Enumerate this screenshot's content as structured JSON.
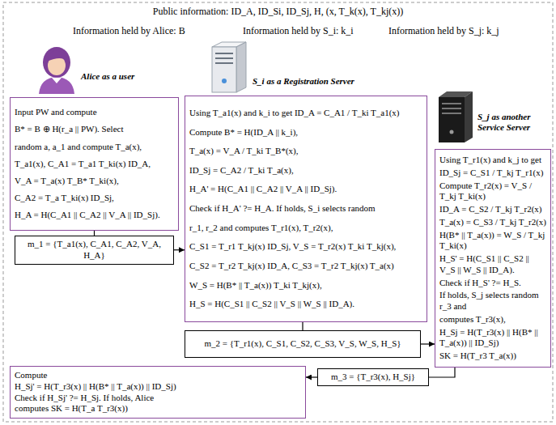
{
  "diagram": {
    "nodes": [
      {
        "text": [
          "Input PW and compute",
          "B* = B ⊕ H(r_a || PW). Select",
          "random a, a_1 and compute T_a(x),",
          "T_a1(x), C_A1 = T_a1 T_ki(x) ID_A,",
          "V_A = T_a(x) T_B* T_ki(x),",
          "C_A2 = T_a T_ki(x) ID_Sj,",
          "H_A = H(C_A1 || C_A2 || V_A || ID_Sj)."
        ]
      },
      {
        "text": [
          "m_1 = {T_a1(x), C_A1, C_A2, V_A, H_A}"
        ]
      },
      {
        "text": [
          "Using T_a1(x) and k_i to get ID_A = C_A1 / T_ki T_a1(x)",
          "Compute B* = H(ID_A || k_i),",
          "T_a(x) = V_A / T_ki T_B*(x),",
          "ID_Sj = C_A2 / T_ki T_a(x),",
          "H_A' = H(C_A1 || C_A2 || V_A || ID_Sj).",
          "Check if H_A' ?= H_A. If holds, S_i selects random",
          "r_1, r_2 and computes T_r1(x), T_r2(x),",
          "C_S1 = T_r1 T_kj(x) ID_Sj, V_S = T_r2(x) T_ki T_kj(x),",
          "C_S2 = T_r2 T_kj(x) ID_A, C_S3 = T_r2 T_kj(x) T_a(x)",
          "W_S = H(B* || T_a(x)) T_ki T_kj(x),",
          "H_S = H(C_S1 || C_S2 || V_S || W_S || ID_A)."
        ]
      },
      {
        "text": [
          "m_2 = {T_r1(x), C_S1, C_S2, C_S3, V_S, W_S, H_S}"
        ]
      },
      {
        "text": [
          "Using T_r1(x) and k_j to get",
          "ID_Sj = C_S1 / T_kj T_r1(x)",
          "Compute T_r2(x) = V_S / T_kj T_ki(x)",
          "ID_A = C_S2 / T_kj T_r2(x)",
          "T_a(x) = C_S3 / T_kj T_r2(x)",
          "H(B* || T_a(x)) = W_S / T_kj T_ki(x)",
          "H_S' = H(C_S1 || C_S2 || V_S || W_S || ID_A).",
          "Check if H_S' ?= H_S.",
          "If holds, S_j selects random r_3 and",
          "computes T_r3(x),",
          "H_Sj = H(T_r3(x) || H(B* || T_a(x)) || ID_Sj)",
          "SK = H(T_r3 T_a(x))"
        ]
      },
      {
        "text": [
          "Compute",
          "H_Sj' = H(T_r3(x) || H(B* || T_a(x)) || ID_Sj)",
          "Check if H_Sj' ?= H_Sj. If holds, Alice",
          "computes SK = H(T_a T_r3(x))"
        ]
      },
      {
        "text": [
          "m_3 = {T_r3(x), H_Sj}"
        ]
      }
    ],
    "edges": [
      {
        "from": 0,
        "to": 1,
        "arrow": "none"
      },
      {
        "from": 1,
        "to": 2,
        "arrow": "to"
      },
      {
        "from": 2,
        "to": 3,
        "arrow": "none"
      },
      {
        "from": 3,
        "to": 4,
        "arrow": "to"
      },
      {
        "from": 4,
        "to": 6,
        "arrow": "none"
      },
      {
        "from": 6,
        "to": 5,
        "arrow": "to"
      }
    ],
    "labels": [
      "Public information: ID_A, ID_Si, ID_Sj, H, (x, T_k(x), T_kj(x))",
      "Information held by Alice: B",
      "Information held by S_i: k_i",
      "Information held by S_j: k_j",
      "Alice as a user",
      "S_i as a Registration Server",
      "S_j as another Service Server"
    ]
  }
}
